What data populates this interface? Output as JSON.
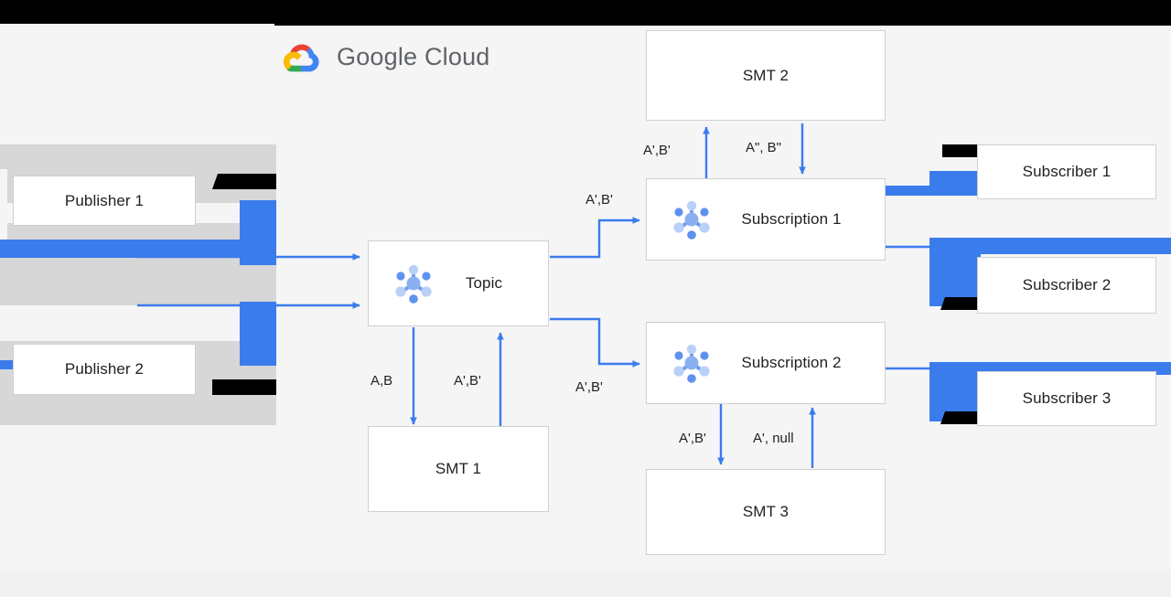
{
  "brand": {
    "logo_icon": "google-cloud-logo-icon",
    "name_part1": "Google",
    "name_part2": "Cloud",
    "colors": {
      "red": "#ea4335",
      "yellow": "#fbbc05",
      "green": "#34a853",
      "blue": "#4285f4",
      "text": "#5f6368"
    }
  },
  "diagram": {
    "accent_blue": "#3b7ced",
    "node_border": "#d0d0d0",
    "canvas_bg": "#f5f5f5",
    "nodes": {
      "publisher1": "Publisher 1",
      "publisher2": "Publisher 2",
      "topic": "Topic",
      "smt1": "SMT 1",
      "smt2": "SMT 2",
      "smt3": "SMT 3",
      "subscription1": "Subscription 1",
      "subscription2": "Subscription 2",
      "subscriber1": "Subscriber 1",
      "subscriber2": "Subscriber 2",
      "subscriber3": "Subscriber 3"
    },
    "icons": {
      "topic": "pubsub-topic-icon",
      "subscription1": "pubsub-subscription-icon",
      "subscription2": "pubsub-subscription-icon"
    },
    "edge_labels": {
      "topic_to_smt1": "A,B",
      "smt1_to_topic": "A',B'",
      "topic_to_sub1": "A',B'",
      "topic_to_sub2": "A',B'",
      "sub1_to_smt2": "A',B'",
      "smt2_to_sub1": "A\", B\"",
      "sub2_to_smt3": "A',B'",
      "smt3_to_sub2": "A', null"
    }
  }
}
